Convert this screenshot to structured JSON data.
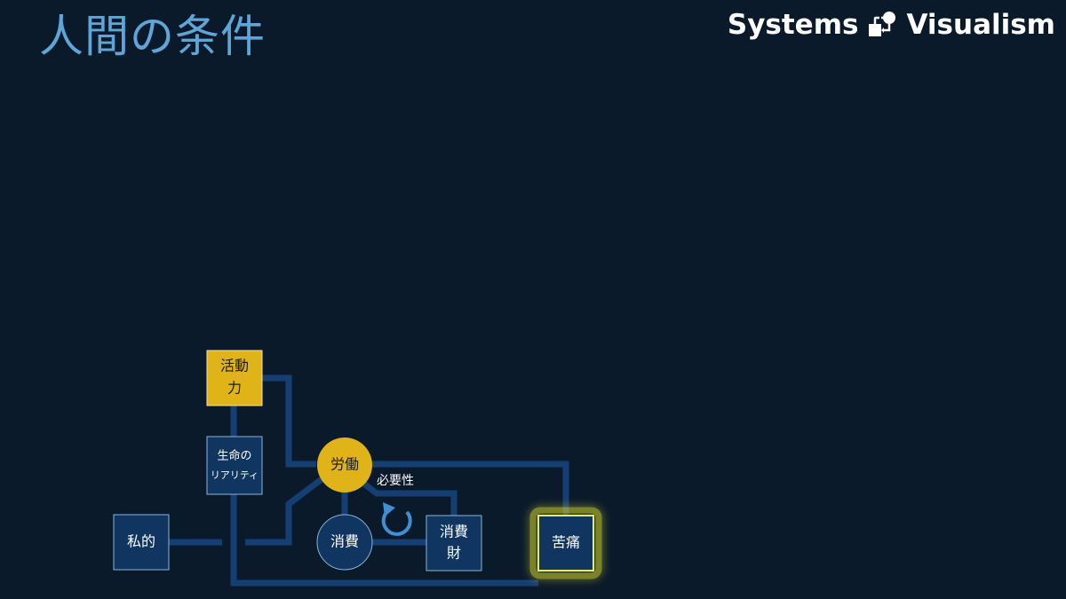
{
  "slide": {
    "title": "人間の条件"
  },
  "brand": {
    "left": "Systems",
    "right": "Visualism"
  },
  "nodes": {
    "katsudoryoku": {
      "line1": "活動",
      "line2": "力"
    },
    "seimei": {
      "line1": "生命の",
      "line2": "リアリティ"
    },
    "shiteki": {
      "label": "私的"
    },
    "rodo": {
      "label": "労働"
    },
    "shohi": {
      "label": "消費"
    },
    "shohizai": {
      "line1": "消費",
      "line2": "財"
    },
    "kutsu": {
      "label": "苦痛"
    }
  },
  "edge_labels": {
    "hitsuyosei": "必要性"
  },
  "colors": {
    "background": "#0b1a2b",
    "title": "#5fa6d8",
    "node_fill": "#0f3560",
    "node_border": "#8db4d8",
    "highlight_fill": "#e0b319",
    "connector": "#153f73",
    "glow": "#d6d92a"
  }
}
